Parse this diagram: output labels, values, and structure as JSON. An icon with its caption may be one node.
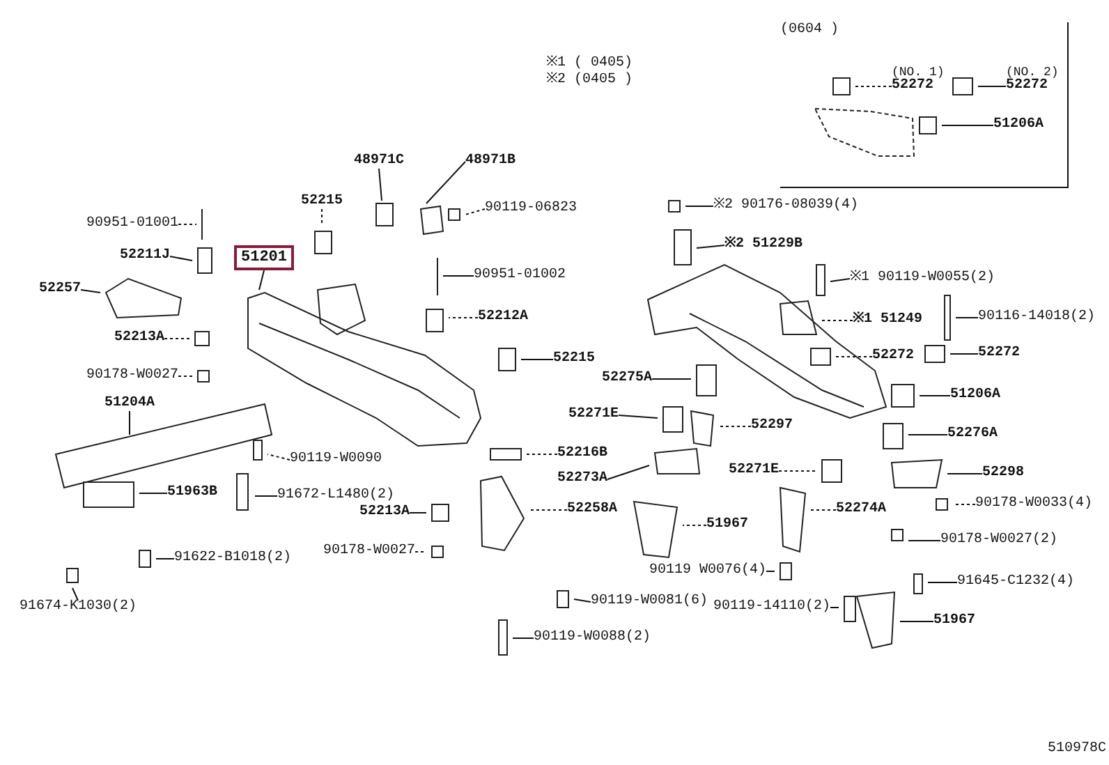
{
  "diagram": {
    "nodes": [
      {
        "text": [
          "48971C"
        ]
      },
      {
        "text": [
          "48971B"
        ]
      },
      {
        "text": [
          "90119-06823"
        ]
      },
      {
        "text": [
          "52215"
        ]
      },
      {
        "text": [
          "90951-01001"
        ]
      },
      {
        "text": [
          "52211J"
        ]
      },
      {
        "text": [
          "51201"
        ]
      },
      {
        "text": [
          "52257"
        ]
      },
      {
        "text": [
          "90951-01002"
        ]
      },
      {
        "text": [
          "52212A"
        ]
      },
      {
        "text": [
          "52215"
        ]
      },
      {
        "text": [
          "52213A"
        ]
      },
      {
        "text": [
          "90178-W0027"
        ]
      },
      {
        "text": [
          "51204A"
        ]
      },
      {
        "text": [
          "90119-W0090"
        ]
      },
      {
        "text": [
          "51963B"
        ]
      },
      {
        "text": [
          "91672-L1480(2)"
        ]
      },
      {
        "text": [
          "91622-B1018(2)"
        ]
      },
      {
        "text": [
          "91674-K1030(2)"
        ]
      },
      {
        "text": [
          "52213A"
        ]
      },
      {
        "text": [
          "90178-W0027"
        ]
      },
      {
        "text": [
          "52216B"
        ]
      },
      {
        "text": [
          "52273A"
        ]
      },
      {
        "text": [
          "52258A"
        ]
      },
      {
        "text": [
          "90119-W0081(6)"
        ]
      },
      {
        "text": [
          "90119-W0088(2)"
        ]
      },
      {
        "text": [
          "※2 90176-08039(4)"
        ]
      },
      {
        "text": [
          "※2 51229B"
        ]
      },
      {
        "text": [
          "※1 90119-W0055(2)"
        ]
      },
      {
        "text": [
          "90116-14018(2)"
        ]
      },
      {
        "text": [
          "※1 51249"
        ]
      },
      {
        "text": [
          "52272"
        ]
      },
      {
        "text": [
          "52272"
        ]
      },
      {
        "text": [
          "52275A"
        ]
      },
      {
        "text": [
          "51206A"
        ]
      },
      {
        "text": [
          "52271E"
        ]
      },
      {
        "text": [
          "52297"
        ]
      },
      {
        "text": [
          "52276A"
        ]
      },
      {
        "text": [
          "52298"
        ]
      },
      {
        "text": [
          "52271E"
        ]
      },
      {
        "text": [
          "52274A"
        ]
      },
      {
        "text": [
          "90178-W0033(4)"
        ]
      },
      {
        "text": [
          "51967"
        ]
      },
      {
        "text": [
          "90178-W0027(2)"
        ]
      },
      {
        "text": [
          "90119 W0076(4)"
        ]
      },
      {
        "text": [
          "90119-14110(2)"
        ]
      },
      {
        "text": [
          "91645-C1232(4)"
        ]
      },
      {
        "text": [
          "51967"
        ]
      },
      {
        "text": [
          "(0604 )"
        ]
      },
      {
        "text": [
          "(NO. 1)",
          "52272"
        ],
        "in": 48
      },
      {
        "text": [
          "(NO. 2)",
          "52272"
        ],
        "in": 48
      },
      {
        "text": [
          "51206A"
        ],
        "in": 48
      }
    ],
    "edges": [
      {
        "from": 0,
        "to": null,
        "arrow": "none"
      },
      {
        "from": 1,
        "to": null,
        "arrow": "none"
      },
      {
        "from": 2,
        "to": null,
        "arrow": "none",
        "style": "dashed"
      },
      {
        "from": 3,
        "to": null,
        "arrow": "none",
        "style": "dashed"
      },
      {
        "from": 4,
        "to": null,
        "arrow": "none",
        "style": "dashed"
      },
      {
        "from": 5,
        "to": null,
        "arrow": "none"
      },
      {
        "from": 6,
        "to": null,
        "arrow": "none"
      },
      {
        "from": 7,
        "to": null,
        "arrow": "none"
      },
      {
        "from": 8,
        "to": null,
        "arrow": "none"
      },
      {
        "from": 9,
        "to": null,
        "arrow": "none",
        "style": "dashed"
      },
      {
        "from": 10,
        "to": null,
        "arrow": "none"
      },
      {
        "from": 11,
        "to": null,
        "arrow": "none",
        "style": "dashed"
      },
      {
        "from": 12,
        "to": null,
        "arrow": "none",
        "style": "dashed"
      },
      {
        "from": 13,
        "to": null,
        "arrow": "none"
      },
      {
        "from": 14,
        "to": null,
        "arrow": "none",
        "style": "dashed"
      },
      {
        "from": 15,
        "to": null,
        "arrow": "none"
      },
      {
        "from": 16,
        "to": null,
        "arrow": "none"
      },
      {
        "from": 17,
        "to": null,
        "arrow": "none"
      },
      {
        "from": 18,
        "to": null,
        "arrow": "none"
      },
      {
        "from": 19,
        "to": null,
        "arrow": "none"
      },
      {
        "from": 20,
        "to": null,
        "arrow": "none",
        "style": "dashed"
      },
      {
        "from": 21,
        "to": null,
        "arrow": "none",
        "style": "dashed"
      },
      {
        "from": 22,
        "to": null,
        "arrow": "none"
      },
      {
        "from": 23,
        "to": null,
        "arrow": "none",
        "style": "dashed"
      },
      {
        "from": 24,
        "to": null,
        "arrow": "none"
      },
      {
        "from": 25,
        "to": null,
        "arrow": "none"
      },
      {
        "from": 26,
        "to": null,
        "arrow": "none"
      },
      {
        "from": 27,
        "to": null,
        "arrow": "none"
      },
      {
        "from": 28,
        "to": null,
        "arrow": "none"
      },
      {
        "from": 29,
        "to": null,
        "arrow": "none"
      },
      {
        "from": 30,
        "to": null,
        "arrow": "none",
        "style": "dashed"
      },
      {
        "from": 31,
        "to": null,
        "arrow": "none",
        "style": "dashed"
      },
      {
        "from": 32,
        "to": null,
        "arrow": "none"
      },
      {
        "from": 33,
        "to": null,
        "arrow": "none"
      },
      {
        "from": 34,
        "to": null,
        "arrow": "none"
      },
      {
        "from": 35,
        "to": null,
        "arrow": "none"
      },
      {
        "from": 36,
        "to": null,
        "arrow": "none",
        "style": "dashed"
      },
      {
        "from": 37,
        "to": null,
        "arrow": "none"
      },
      {
        "from": 38,
        "to": null,
        "arrow": "none"
      },
      {
        "from": 39,
        "to": null,
        "arrow": "none",
        "style": "dashed"
      },
      {
        "from": 40,
        "to": null,
        "arrow": "none",
        "style": "dashed"
      },
      {
        "from": 41,
        "to": null,
        "arrow": "none",
        "style": "dashed"
      },
      {
        "from": 42,
        "to": null,
        "arrow": "none",
        "style": "dashed"
      },
      {
        "from": 43,
        "to": null,
        "arrow": "none"
      },
      {
        "from": 44,
        "to": null,
        "arrow": "none"
      },
      {
        "from": 45,
        "to": null,
        "arrow": "none"
      },
      {
        "from": 46,
        "to": null,
        "arrow": "none"
      },
      {
        "from": 47,
        "to": null,
        "arrow": "none"
      },
      {
        "from": 49,
        "to": null,
        "arrow": "none",
        "style": "dashed"
      },
      {
        "from": 50,
        "to": null,
        "arrow": "none"
      },
      {
        "from": 51,
        "to": null,
        "arrow": "none"
      }
    ],
    "labels": [
      "※1 ( 0405)",
      "※2 (0405 )",
      "510978C"
    ]
  }
}
